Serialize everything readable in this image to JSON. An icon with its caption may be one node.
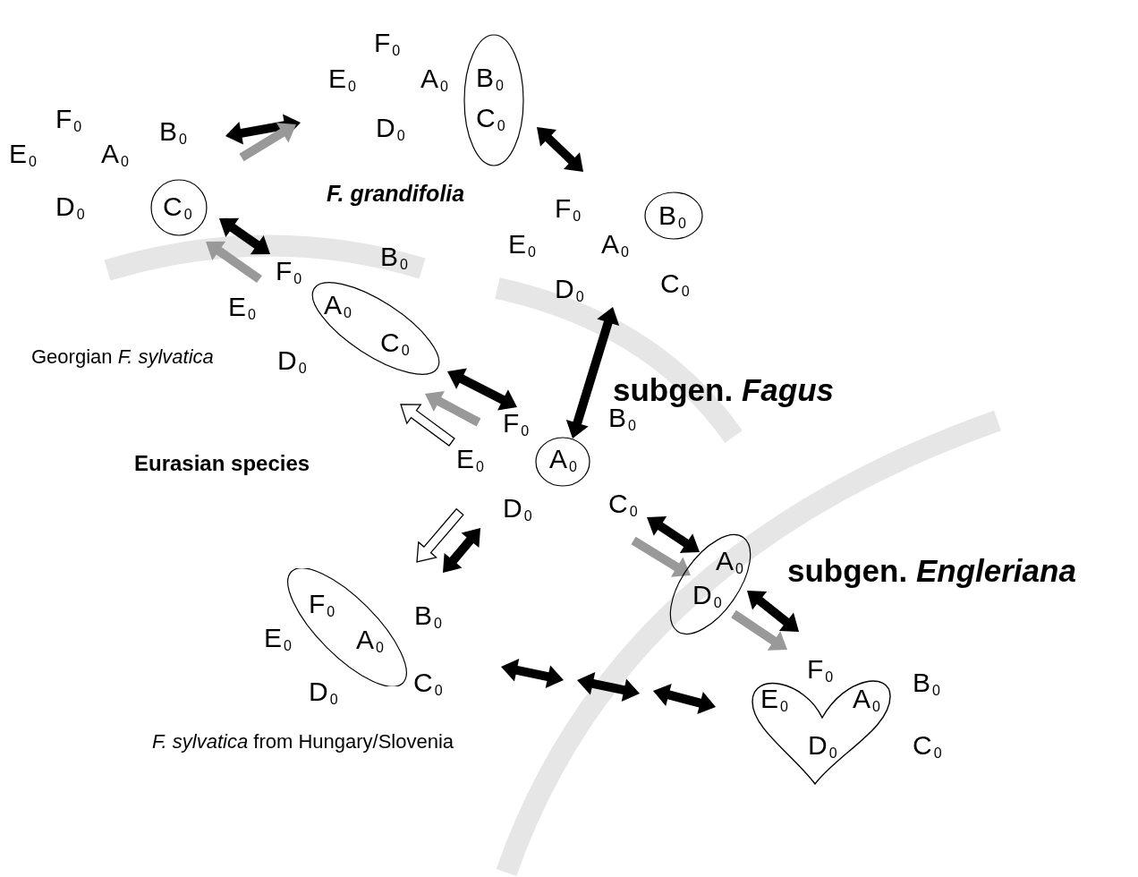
{
  "diagram": {
    "nodes": [
      {
        "text": [
          "E$_{0}$",
          "F$_{0}$",
          "A$_{0}$",
          "B$_{0}$",
          "D$_{0}$"
        ]
      },
      {
        "text": [
          "C$_{0}$"
        ],
        "in": 0
      },
      {
        "text": [
          "F$_{0}$",
          "E$_{0}$",
          "A$_{0}$",
          "D$_{0}$"
        ]
      },
      {
        "text": [
          "B$_{0}$",
          "C$_{0}$"
        ],
        "in": 2
      },
      {
        "text": [
          "F$_{0}$",
          "E$_{0}$",
          "A$_{0}$",
          "D$_{0}$",
          "C$_{0}$"
        ]
      },
      {
        "text": [
          "B$_{0}$"
        ],
        "in": 4
      },
      {
        "text": [
          "F$_{0}$",
          "B$_{0}$",
          "E$_{0}$",
          "D$_{0}$"
        ]
      },
      {
        "text": [
          "A$_{0}$",
          "C$_{0}$"
        ],
        "in": 6
      },
      {
        "text": [
          "F$_{0}$",
          "B$_{0}$",
          "E$_{0}$",
          "D$_{0}$",
          "C$_{0}$"
        ]
      },
      {
        "text": [
          "A$_{0}$"
        ],
        "in": 8
      },
      {
        "text": [
          "B$_{0}$",
          "E$_{0}$",
          "D$_{0}$",
          "C$_{0}$"
        ]
      },
      {
        "text": [
          "F$_{0}$",
          "A$_{0}$"
        ],
        "in": 10
      },
      {
        "text": [
          "A$_{0}$",
          "D$_{0}$"
        ]
      },
      {
        "text": [
          "F$_{0}$",
          "B$_{0}$",
          "C$_{0}$"
        ]
      },
      {
        "text": [
          "E$_{0}$",
          "A$_{0}$",
          "D$_{0}$"
        ],
        "in": 13
      }
    ],
    "edges": [
      {
        "from": 0,
        "to": 2,
        "arrow": "both"
      },
      {
        "from": 0,
        "to": 2,
        "arrow": "to",
        "color": "#999999"
      },
      {
        "from": 3,
        "to": 4,
        "arrow": "both"
      },
      {
        "from": 0,
        "to": 6,
        "arrow": "both"
      },
      {
        "from": 6,
        "to": 0,
        "arrow": "to",
        "color": "#999999"
      },
      {
        "from": 4,
        "to": 8,
        "arrow": "both"
      },
      {
        "from": 6,
        "to": 8,
        "arrow": "both"
      },
      {
        "from": 8,
        "to": 6,
        "arrow": "to",
        "color": "#999999"
      },
      {
        "from": 8,
        "to": 6,
        "arrow": "to",
        "color": "#ffffff"
      },
      {
        "from": 8,
        "to": 10,
        "arrow": "to",
        "color": "#ffffff"
      },
      {
        "from": 8,
        "to": 10,
        "arrow": "both"
      },
      {
        "from": 8,
        "to": 12,
        "arrow": "both"
      },
      {
        "from": 8,
        "to": 12,
        "arrow": "to",
        "color": "#999999"
      },
      {
        "from": 12,
        "to": 13,
        "arrow": "both"
      },
      {
        "from": 12,
        "to": 13,
        "arrow": "to",
        "color": "#999999"
      },
      {
        "from": 10,
        "to": 13,
        "arrow": "both"
      }
    ],
    "labels": [
      "*F. grandifolia*",
      "Georgian *F. sylvatica*",
      "subgen. *Fagus*",
      "Eurasian species",
      "subgen. *Engleriana*",
      "*F. sylvatica* from Hungary/Slovenia"
    ]
  }
}
